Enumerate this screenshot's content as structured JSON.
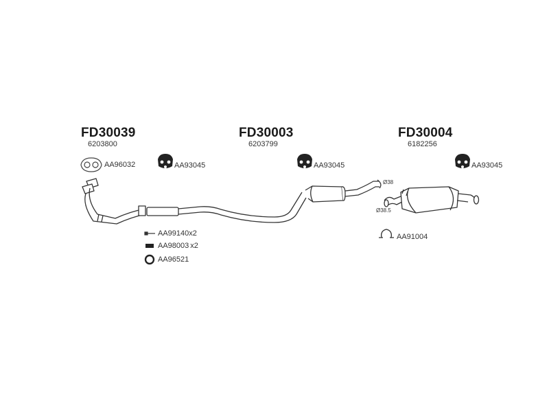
{
  "groups": [
    {
      "code": "FD30039",
      "ref": "6203800"
    },
    {
      "code": "FD30003",
      "ref": "6203799"
    },
    {
      "code": "FD30004",
      "ref": "6182256"
    }
  ],
  "parts": {
    "gasket": "AA96032",
    "hanger1": "AA93045",
    "hanger2": "AA93045",
    "hanger3": "AA93045",
    "bolt": "AA99140",
    "bolt_qty": "x2",
    "nut": "AA98003",
    "nut_qty": "x2",
    "ring": "AA96521",
    "clamp": "AA91004"
  },
  "diameters": {
    "d1": "Ø38",
    "d2": "Ø38.5"
  },
  "colors": {
    "line": "#333333",
    "fill": "#ffffff"
  }
}
